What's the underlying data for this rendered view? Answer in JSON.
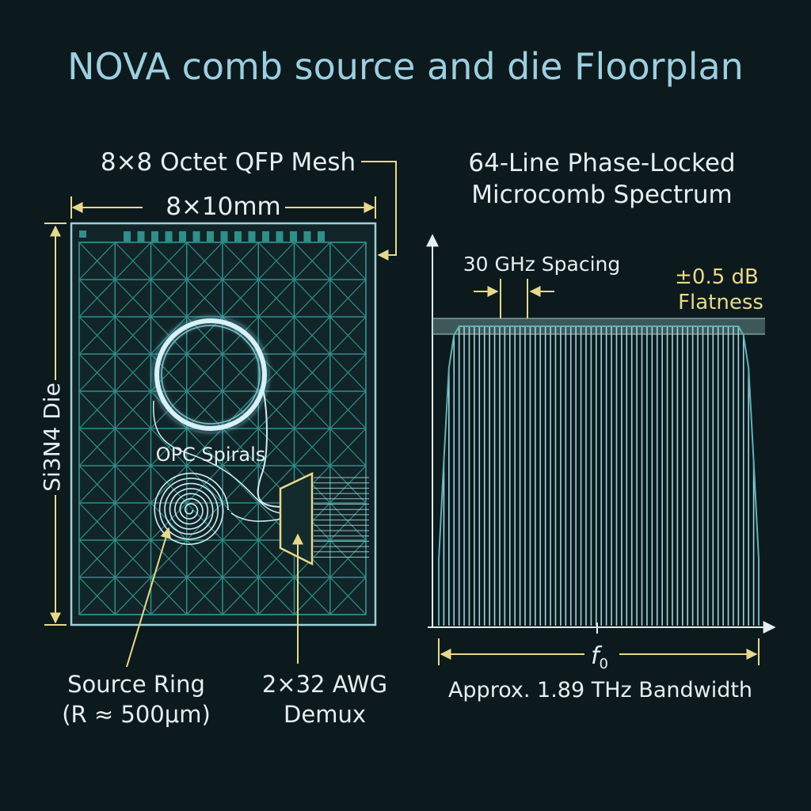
{
  "title": "NOVA comb source and die Floorplan",
  "die": {
    "mesh_label": "8×8 Octet QFP Mesh",
    "dimension_label": "8×10mm",
    "side_label": "Si3N4 Die",
    "spirals_label": "OPC Spirals",
    "ring_label_line1": "Source Ring",
    "ring_label_line2": "(R ≈ 500μm)",
    "awg_label_line1": "2×32 AWG",
    "awg_label_line2": "Demux"
  },
  "spectrum": {
    "title_line1": "64-Line Phase-Locked",
    "title_line2": "Microcomb Spectrum",
    "spacing_label": "30 GHz Spacing",
    "flatness_line1": "±0.5 dB",
    "flatness_line2": "Flatness",
    "center_label": "f",
    "center_subscript": "0",
    "bandwidth_label": "Approx. 1.89 THz Bandwidth"
  },
  "chart_data": {
    "type": "bar",
    "line_count": 64,
    "spacing_ghz": 30,
    "flatness_db": 0.5,
    "bandwidth_thz": 1.89,
    "envelope": "flat-top with roll-off at both edges"
  },
  "colors": {
    "background": "#0d1a1d",
    "title": "#9ccfe0",
    "label": "#e6eef0",
    "accent": "#e8d98a",
    "grid": "#2f8f8a",
    "ring": "#cfeef5",
    "comb": "#9fd4dc"
  }
}
